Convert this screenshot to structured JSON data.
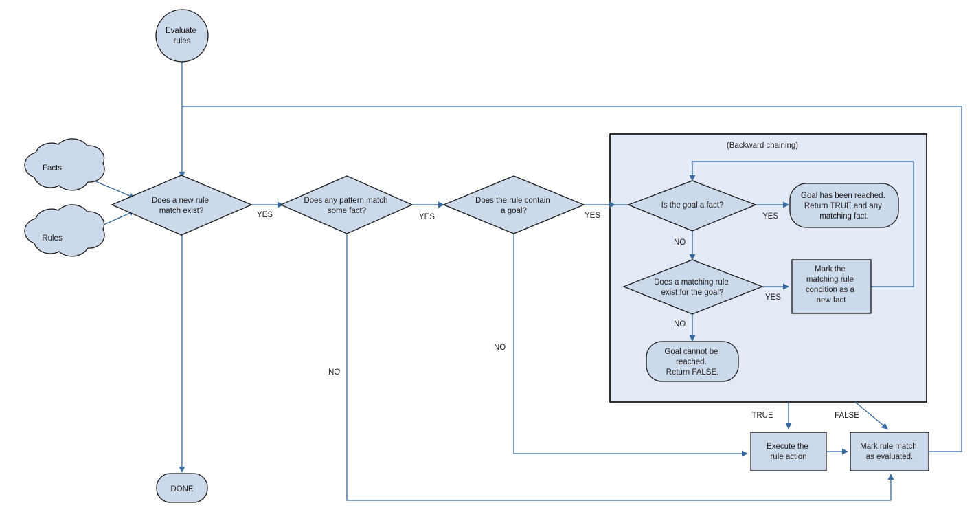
{
  "diagram": {
    "title_note": "(Backward chaining)",
    "nodes": {
      "start": {
        "label": "Evaluate\nrules",
        "shape": "circle"
      },
      "facts": {
        "label": "Facts",
        "shape": "cloud"
      },
      "rules": {
        "label": "Rules",
        "shape": "cloud"
      },
      "d_new_rule_match": {
        "label": "Does a new rule\nmatch exist?",
        "shape": "diamond"
      },
      "d_pattern_match": {
        "label": "Does any pattern match\nsome fact?",
        "shape": "diamond"
      },
      "d_rule_goal": {
        "label": "Does the rule contain\na goal?",
        "shape": "diamond"
      },
      "d_goal_fact": {
        "label": "Is the goal a fact?",
        "shape": "diamond"
      },
      "d_matching_rule": {
        "label": "Does a matching rule\nexist for the goal?",
        "shape": "diamond"
      },
      "goal_reached": {
        "label": "Goal has been reached.\nReturn TRUE and any\nmatching fact.",
        "shape": "rounded"
      },
      "goal_not_reached": {
        "label": "Goal cannot be\nreached.\nReturn FALSE.",
        "shape": "rounded"
      },
      "mark_condition": {
        "label": "Mark the\nmatching rule\ncondition as a\nnew fact",
        "shape": "rect"
      },
      "execute_action": {
        "label": "Execute the\nrule action",
        "shape": "rect"
      },
      "mark_evaluated": {
        "label": "Mark rule match\nas evaluated.",
        "shape": "rect"
      },
      "done": {
        "label": "DONE",
        "shape": "rounded"
      }
    },
    "node_text_lines": {
      "start": [
        "Evaluate",
        "rules"
      ],
      "facts": [
        "Facts"
      ],
      "rules": [
        "Rules"
      ],
      "d_new_rule_match": [
        "Does a new rule",
        "match exist?"
      ],
      "d_pattern_match": [
        "Does any pattern match",
        "some fact?"
      ],
      "d_rule_goal": [
        "Does the rule contain",
        "a goal?"
      ],
      "d_goal_fact": [
        "Is the goal a fact?"
      ],
      "d_matching_rule": [
        "Does a matching rule",
        "exist for the goal?"
      ],
      "goal_reached": [
        "Goal has been reached.",
        "Return TRUE and any",
        "matching fact."
      ],
      "goal_not_reached": [
        "Goal cannot be",
        "reached.",
        "Return FALSE."
      ],
      "mark_condition": [
        "Mark the",
        "matching rule",
        "condition as a",
        "new fact"
      ],
      "execute_action": [
        "Execute the",
        "rule action"
      ],
      "mark_evaluated": [
        "Mark rule match",
        "as evaluated."
      ],
      "done": [
        "DONE"
      ]
    },
    "edge_labels": {
      "yes_new_rule_match": "YES",
      "no_new_rule_match": "",
      "yes_pattern_match": "YES",
      "no_pattern_match": "NO",
      "yes_rule_goal": "YES",
      "no_rule_goal": "NO",
      "yes_goal_fact": "YES",
      "no_goal_fact": "NO",
      "yes_matching_rule": "YES",
      "no_matching_rule": "NO",
      "true_branch": "TRUE",
      "false_branch": "FALSE"
    },
    "colors": {
      "shape_fill": "#ccd9ea",
      "shape_stroke": "#1a1a1a",
      "group_fill": "#e4ebf6",
      "group_stroke": "#000000",
      "connector": "#36699e",
      "text": "#1a1a1a",
      "background": "#ffffff"
    }
  }
}
